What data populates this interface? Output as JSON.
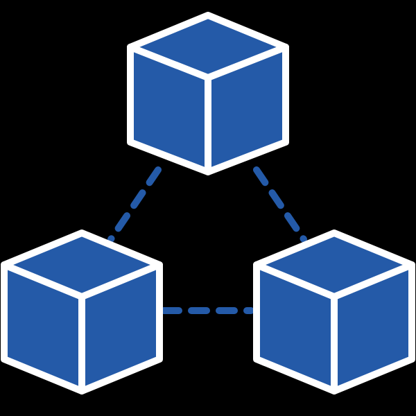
{
  "icon": {
    "name": "network-cubes-icon",
    "description_visible_text": "",
    "colors": {
      "background": "#000000",
      "cube_fill": "#245AA8",
      "cube_stroke": "#FFFFFF",
      "connector": "#245AA8"
    },
    "cubes": [
      {
        "name": "top-cube"
      },
      {
        "name": "bottom-left-cube"
      },
      {
        "name": "bottom-right-cube"
      }
    ],
    "connectors": [
      {
        "name": "connector-top-left"
      },
      {
        "name": "connector-top-right"
      },
      {
        "name": "connector-bottom"
      }
    ]
  }
}
